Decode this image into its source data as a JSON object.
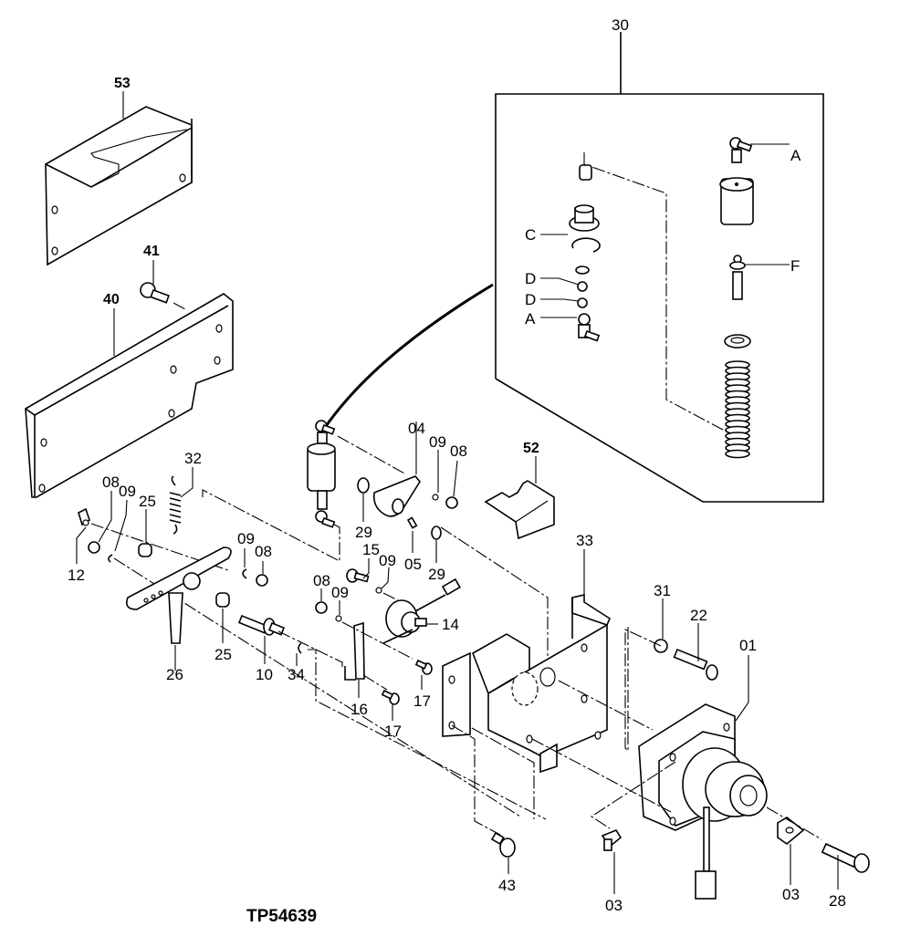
{
  "figure_id": "TP54639",
  "callouts": {
    "c53": "53",
    "c41": "41",
    "c40": "40",
    "c30": "30",
    "c52": "52",
    "c32": "32",
    "c08a": "08",
    "c09a": "09",
    "c25a": "25",
    "c12": "12",
    "c26": "26",
    "c25b": "25",
    "c09b": "09",
    "c08b": "08",
    "c10": "10",
    "c34": "34",
    "c04": "04",
    "c09c": "09",
    "c08c": "08",
    "c29a": "29",
    "c05": "05",
    "c29b": "29",
    "c15": "15",
    "c09d": "09",
    "c08d": "08",
    "c09e": "09",
    "c14": "14",
    "c16": "16",
    "c17a": "17",
    "c17b": "17",
    "c33": "33",
    "c31": "31",
    "c22": "22",
    "c01": "01",
    "c43": "43",
    "c03a": "03",
    "c03b": "03",
    "c28": "28"
  },
  "kit_letters": {
    "a_top": "A",
    "c": "C",
    "d1": "D",
    "d2": "D",
    "a_bottom": "A",
    "f": "F"
  }
}
